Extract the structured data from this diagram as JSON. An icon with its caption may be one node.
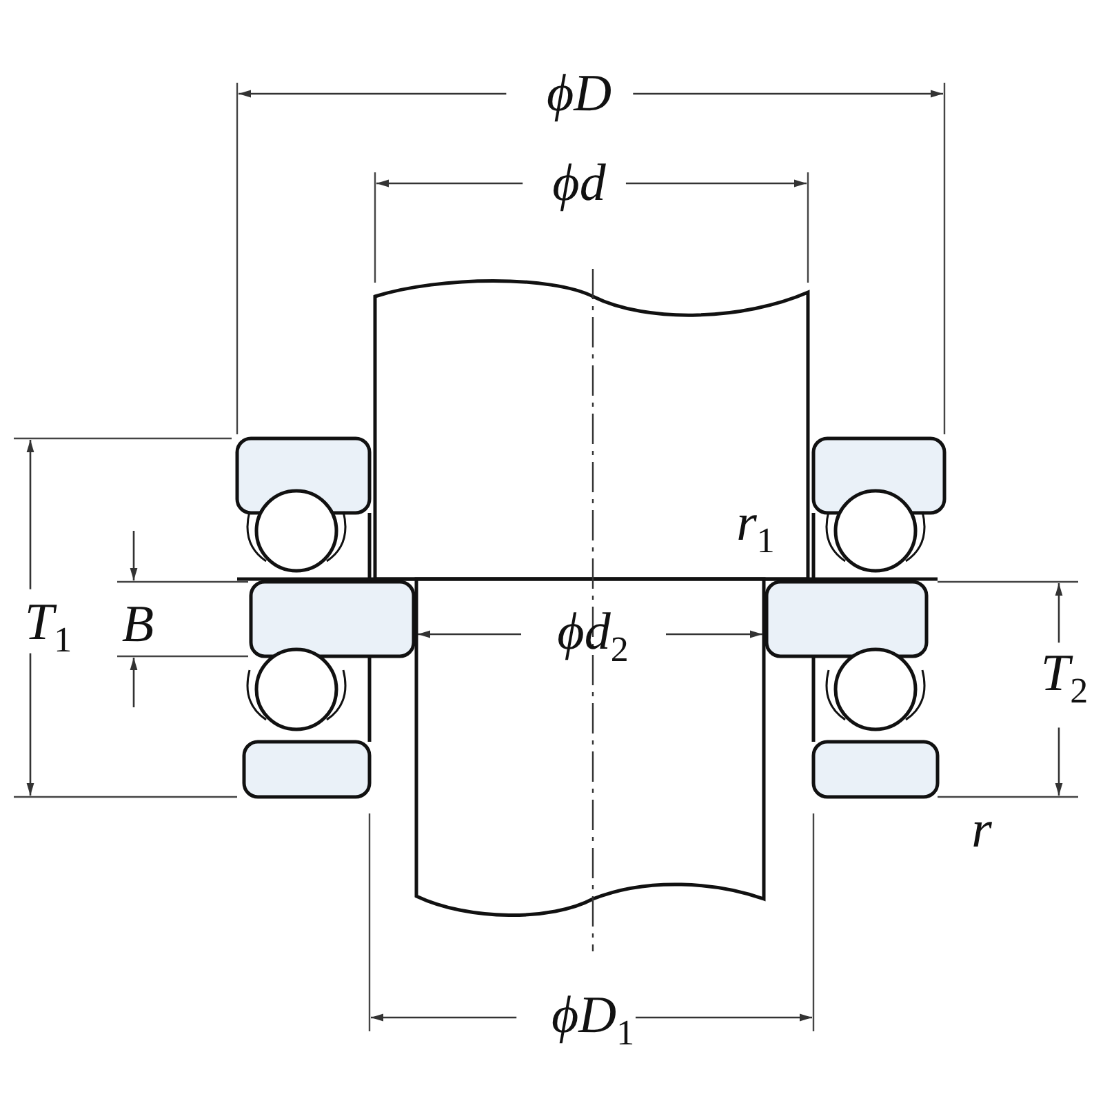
{
  "diagram": {
    "labels": [
      "ϕD",
      "ϕd",
      "r$_{1}$",
      "T$_{1}$",
      "B",
      "ϕd$_{2}$",
      "T$_{2}$",
      "r",
      "ϕD$_{1}$"
    ]
  }
}
